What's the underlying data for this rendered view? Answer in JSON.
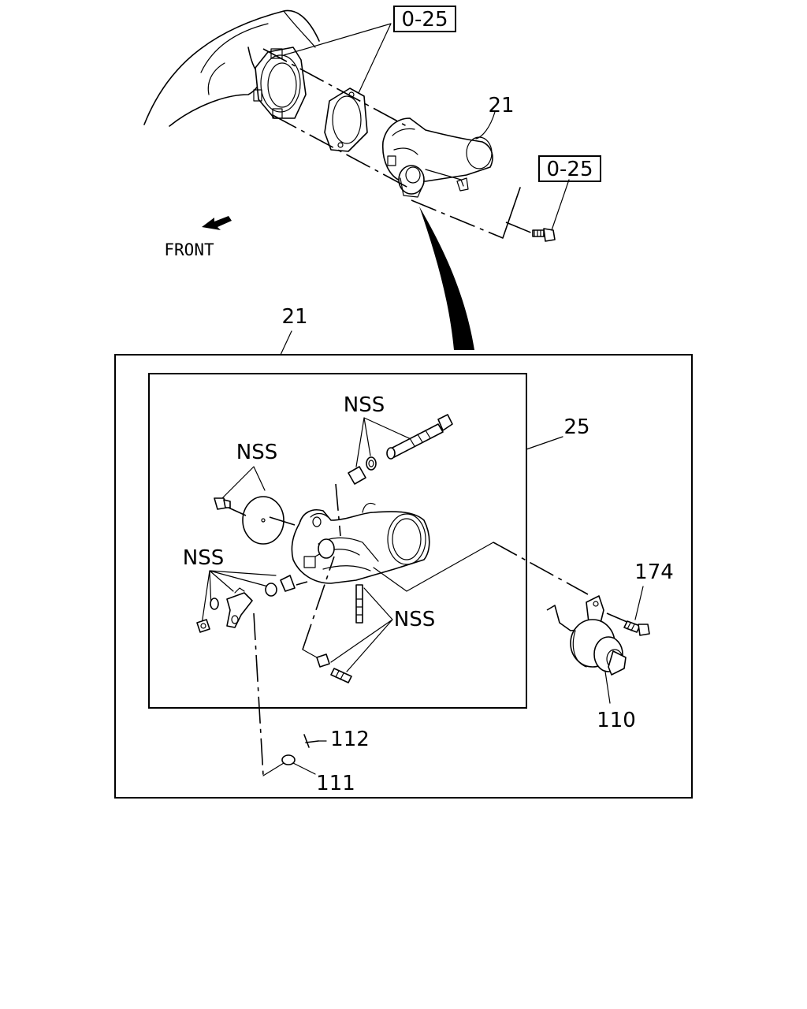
{
  "callouts": {
    "ref_top": "0-25",
    "ref_right": "0-25",
    "front": "FRONT",
    "part_21_top": "21",
    "part_21_box": "21",
    "part_25": "25",
    "nss_upper": "NSS",
    "nss_left": "NSS",
    "nss_lower_left": "NSS",
    "nss_lower_right": "NSS",
    "part_174": "174",
    "part_110": "110",
    "part_112": "112",
    "part_111": "111"
  }
}
